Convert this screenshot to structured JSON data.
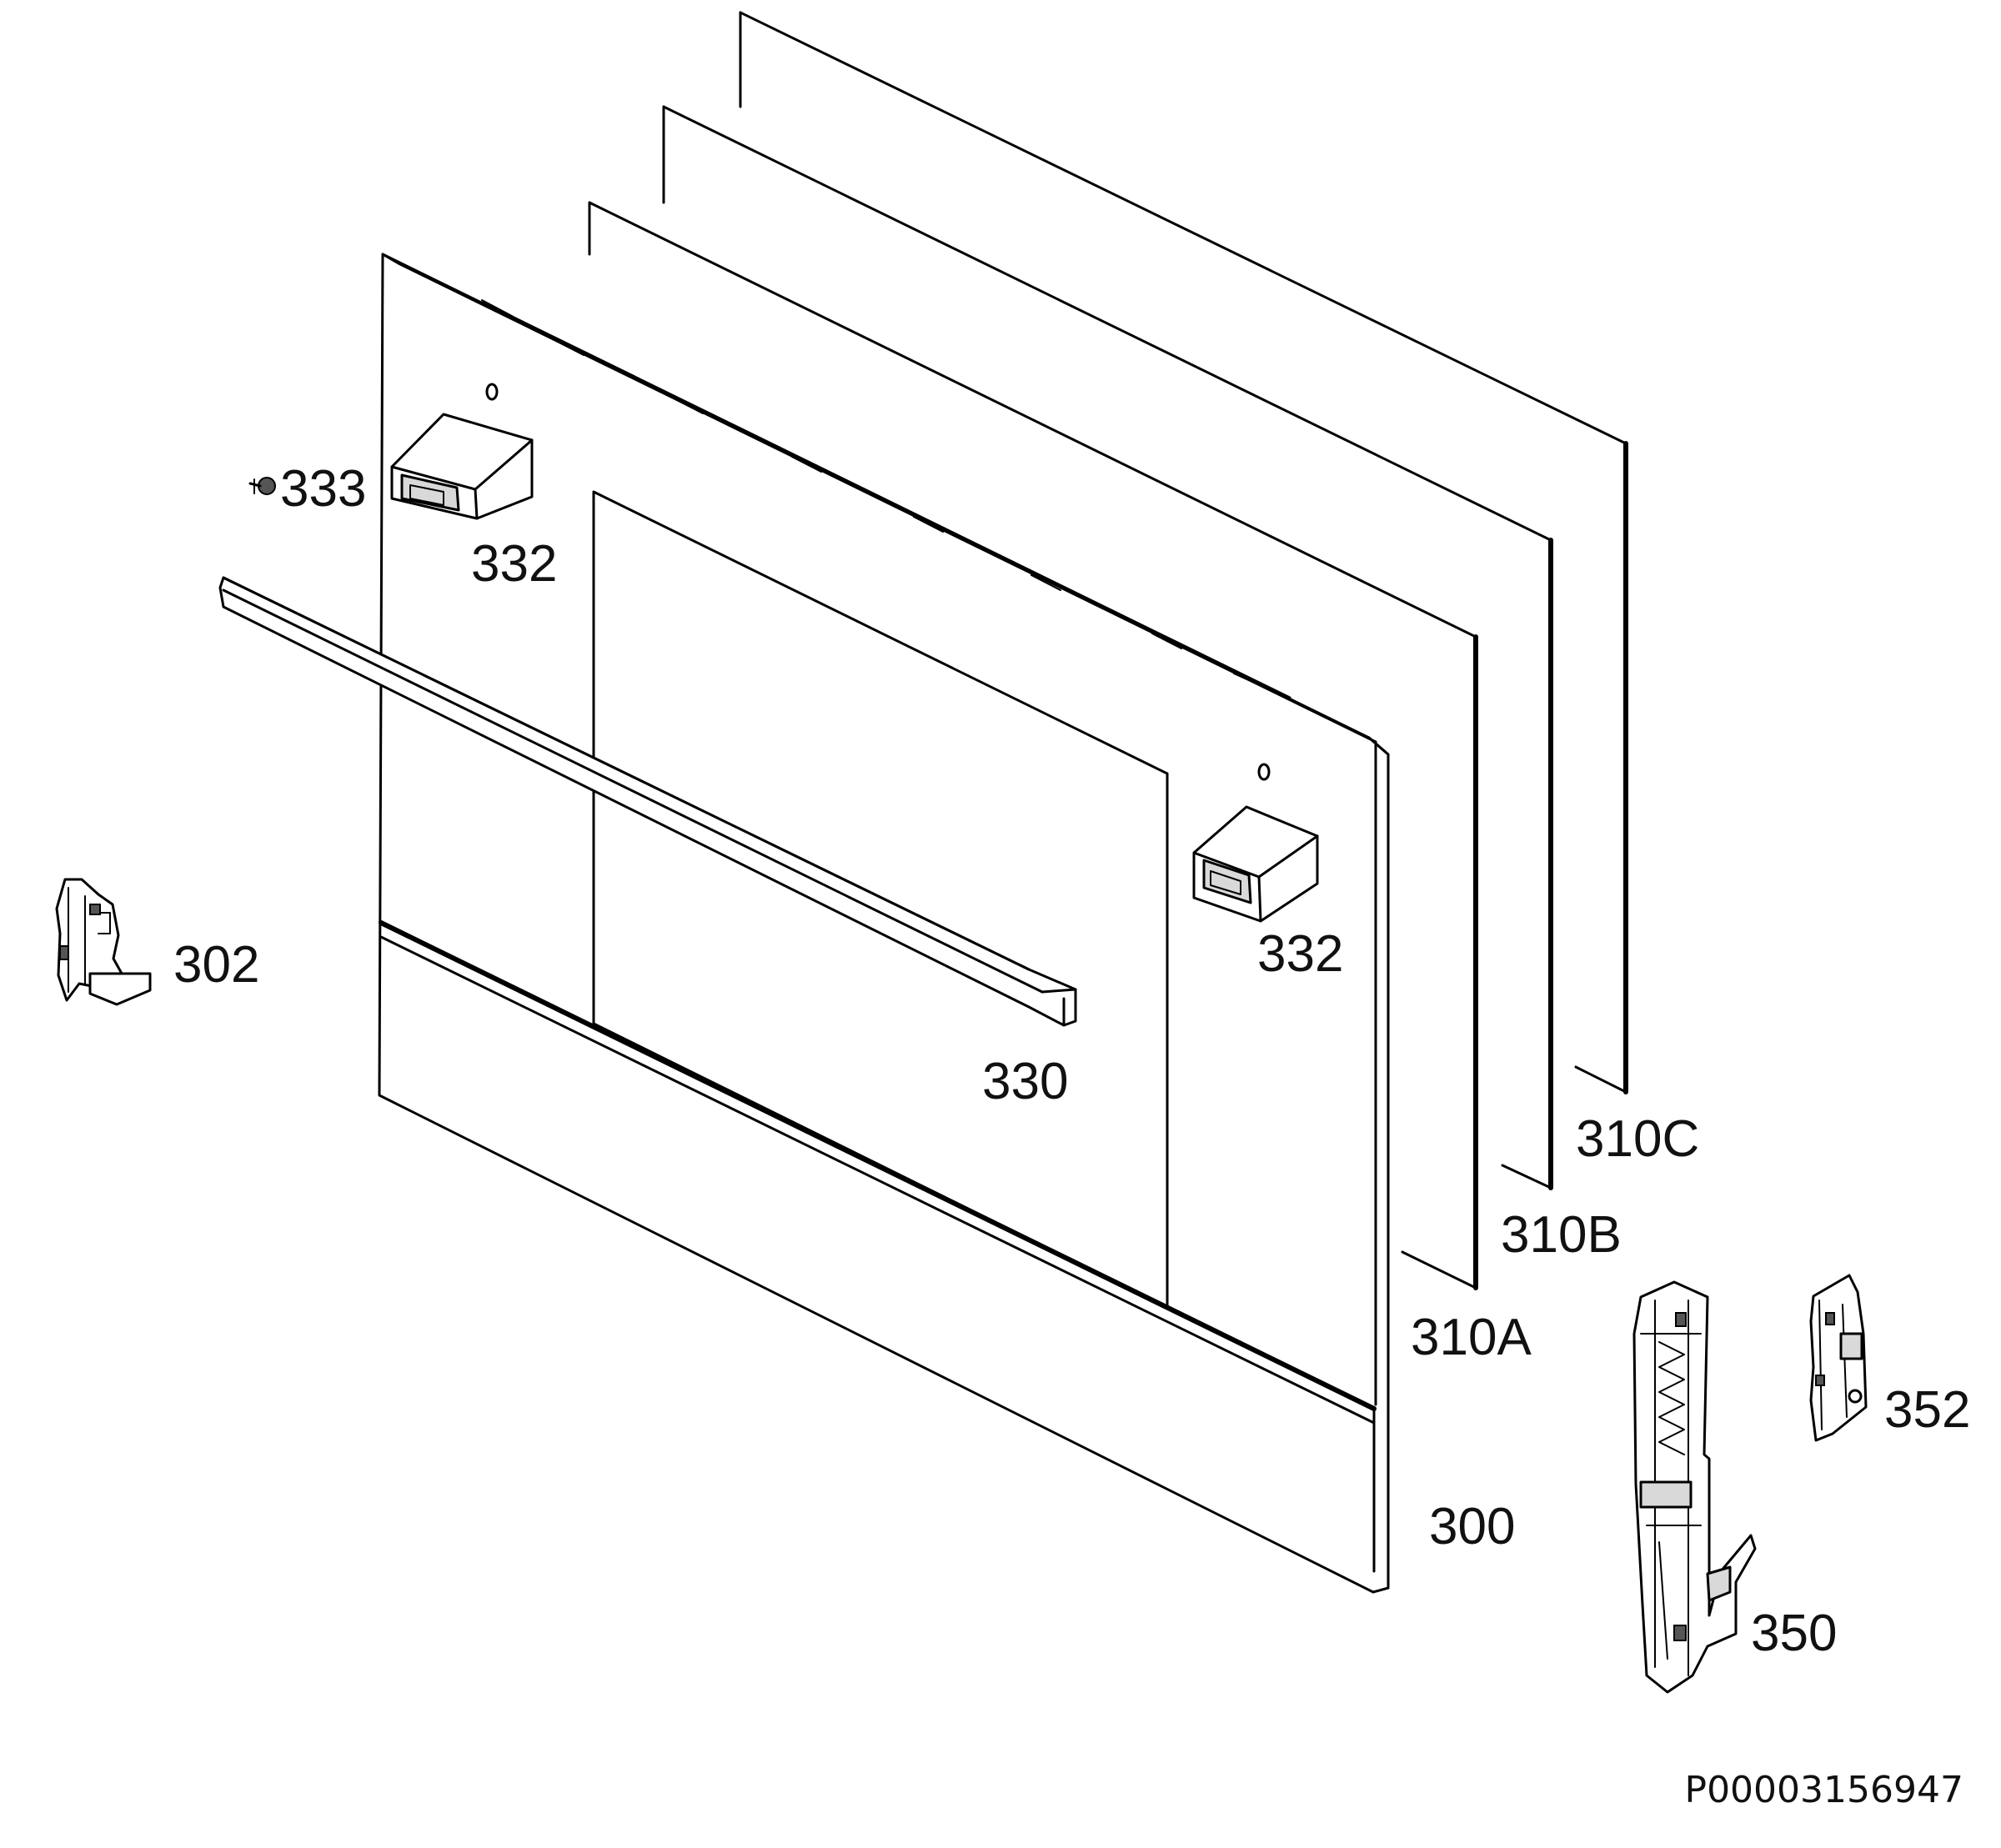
{
  "labels": {
    "glass_c": "310C",
    "glass_b": "310B",
    "glass_a": "310A",
    "door": "300",
    "handle": "330",
    "endcap_left": "332",
    "endcap_right": "332",
    "screw": "333",
    "hinge_left": "302",
    "hinge_right": "350",
    "bracket": "352"
  },
  "drawing_code": "P00003156947"
}
